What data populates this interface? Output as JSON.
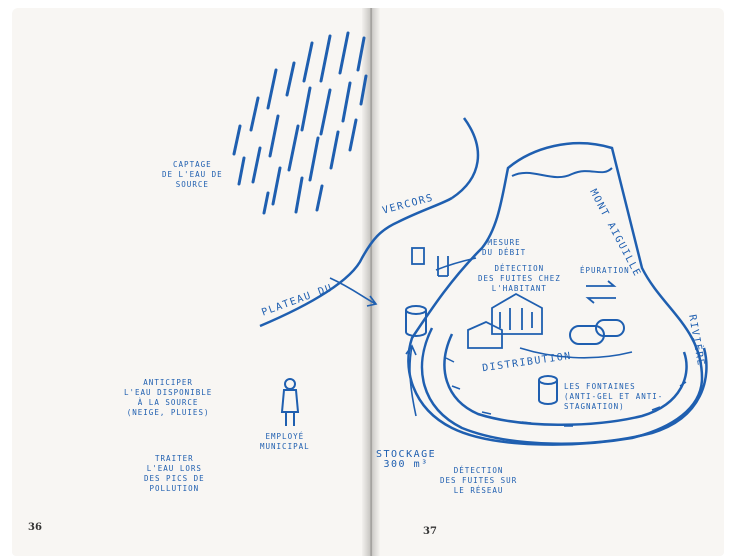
{
  "pages": {
    "left_number": "36",
    "right_number": "37"
  },
  "illustration": {
    "captage": [
      "CAPTAGE",
      "DE L'EAU DE",
      "SOURCE"
    ],
    "plateau": "PLATEAU DU",
    "vercors": "VERCORS",
    "anticiper": [
      "ANTICIPER",
      "L'EAU DISPONIBLE",
      "À LA SOURCE",
      "(NEIGE, PLUIES)"
    ],
    "employe": [
      "EMPLOYÉ",
      "MUNICIPAL"
    ],
    "traiter": [
      "TRAITER",
      "L'EAU LORS",
      "DES PICS DE",
      "POLLUTION"
    ],
    "mesure": [
      "MESURE",
      "DU DÉBIT"
    ],
    "detection_habitant": [
      "DÉTECTION",
      "DES FUITES CHEZ",
      "L'HABITANT"
    ],
    "epuration": "ÉPURATION",
    "mont": "MONT AIGUILLE",
    "riviere": "RIVIÈRE",
    "distribution": "DISTRIBUTION",
    "fontaines": [
      "LES FONTAINES",
      "(ANTI-GEL ET ANTI-",
      "STAGNATION)"
    ],
    "stockage": [
      "STOCKAGE",
      "300 m³"
    ],
    "detection_reseau": [
      "DÉTECTION",
      "DES FUITES SUR",
      "LE RÉSEAU"
    ]
  },
  "colors": {
    "ink": "#1f5fb0",
    "paper": "#f8f6f3"
  }
}
